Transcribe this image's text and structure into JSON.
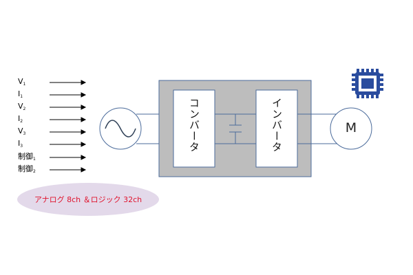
{
  "signals": [
    {
      "base": "V",
      "sub": "1"
    },
    {
      "base": "I",
      "sub": "1"
    },
    {
      "base": "V",
      "sub": "2"
    },
    {
      "base": "I",
      "sub": "2"
    },
    {
      "base": "V",
      "sub": "3"
    },
    {
      "base": "I",
      "sub": "3"
    },
    {
      "base": "制御",
      "sub": "1"
    },
    {
      "base": "制御",
      "sub": "2"
    }
  ],
  "channels_label": "アナログ 8ch ＆ロジック 32ch",
  "converter_label": "コンバータ",
  "inverter_label": "インバータ",
  "motor_label": "M",
  "icons": {
    "ac_source": "sine-wave-icon",
    "chip": "cpu-chip-icon"
  },
  "colors": {
    "line_blue": "#4a6a9a",
    "chip_blue": "#2a4c9e",
    "housing_gray": "#bdbdbd",
    "pill_bg": "#e3d9ea",
    "pill_text": "#e0142e"
  }
}
